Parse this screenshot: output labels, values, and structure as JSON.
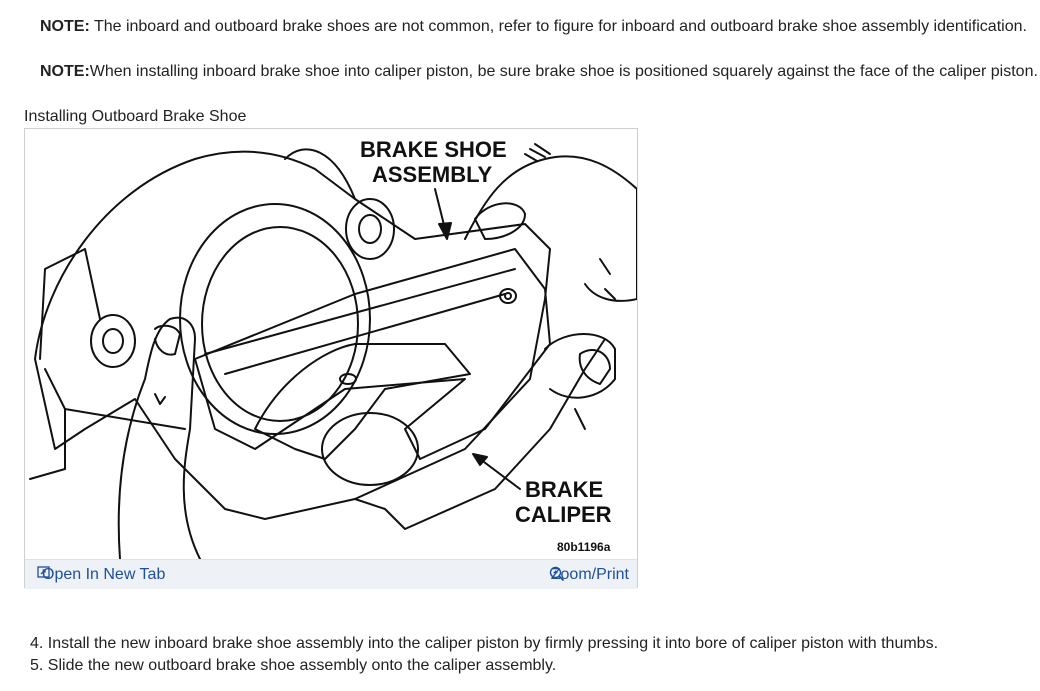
{
  "notes": [
    {
      "prefix": "NOTE:",
      "text": " The inboard and outboard brake shoes are not common, refer to figure for inboard and outboard brake shoe assembly identification."
    },
    {
      "prefix": "NOTE:",
      "text": "When installing inboard brake shoe into caliper piston, be sure brake shoe is positioned squarely against the face of the caliper piston."
    }
  ],
  "figure": {
    "caption": "Installing Outboard Brake Shoe",
    "labels": {
      "brake_shoe_1": "BRAKE SHOE",
      "brake_shoe_2": "ASSEMBLY",
      "caliper_1": "BRAKE",
      "caliper_2": "CALIPER",
      "code": "80b1196a"
    },
    "open_tab_label": "Open In New Tab",
    "zoom_label": "Zoom/Print"
  },
  "steps": [
    "4. Install the new inboard brake shoe assembly into the caliper piston by firmly pressing it into bore of caliper piston with thumbs.",
    "5. Slide the new outboard brake shoe assembly onto the caliper assembly."
  ]
}
